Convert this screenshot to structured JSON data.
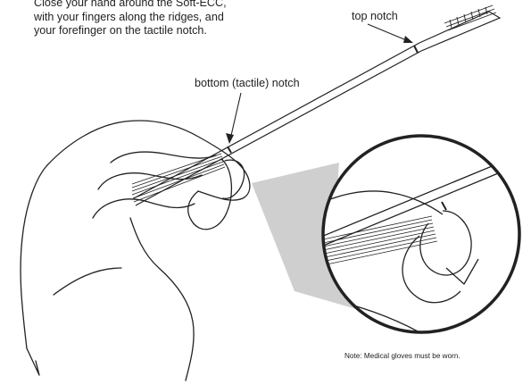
{
  "figure": {
    "instruction": "Close your hand around the Soft-ECC,\nwith your fingers along the ridges, and\nyour forefinger on the tactile notch.",
    "labels": {
      "top_notch": "top notch",
      "bottom_notch": "bottom (tactile) notch"
    },
    "note": "Note: Medical gloves must be worn.",
    "colors": {
      "line": "#222222",
      "magnifier_shadow": "#cfcfcf",
      "background": "#ffffff"
    }
  }
}
